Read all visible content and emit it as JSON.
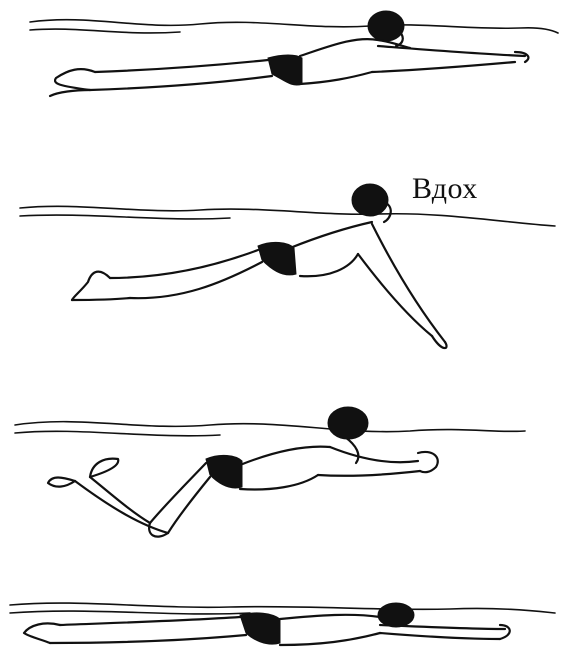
{
  "labels": {
    "inhale": "Вдох"
  },
  "colors": {
    "ink": "#111111",
    "background": "#ffffff"
  },
  "figures": [
    {
      "phase": "glide"
    },
    {
      "phase": "inhale"
    },
    {
      "phase": "arm-pull-leg-kick"
    },
    {
      "phase": "glide-return"
    }
  ]
}
